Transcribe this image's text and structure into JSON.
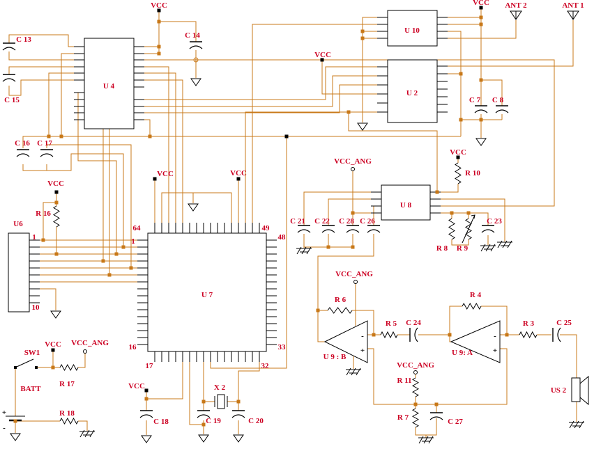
{
  "palette": {
    "wire": "#C87818",
    "label": "#CC0022",
    "outline": "#000000",
    "background": "#FFFFFF"
  },
  "labels": {
    "vcc": "VCC",
    "vcc_ang": "VCC_ANG",
    "ant1": "ANT 1",
    "ant2": "ANT 2",
    "c7": "C 7",
    "c8": "C 8",
    "c13": "C 13",
    "c14": "C 14",
    "c15": "C 15",
    "c16": "C 16",
    "c17": "C 17",
    "c18": "C 18",
    "c19": "C 19",
    "c20": "C 20",
    "c21": "C 21",
    "c22": "C 22",
    "c23": "C 23",
    "c24": "C 24",
    "c25": "C 25",
    "c26": "C 26",
    "c27": "C 27",
    "c28": "C 28",
    "r3": "R 3",
    "r4": "R 4",
    "r5": "R 5",
    "r6": "R 6",
    "r7": "R 7",
    "r8": "R 8",
    "r9": "R 9",
    "r10": "R 10",
    "r11": "R 11",
    "r16": "R 16",
    "r17": "R 17",
    "r18": "R 18",
    "u2": "U 2",
    "u4": "U 4",
    "u6": "U6",
    "u7": "U 7",
    "u8": "U 8",
    "u10": "U 10",
    "u9a": "U 9: A",
    "u9b": "U 9 : B",
    "us2": "US 2",
    "sw1": "SW1",
    "batt": "BATT",
    "x2": "X 2",
    "plus": "+",
    "minus": "-",
    "u7_pins": {
      "p64": "64",
      "p49": "49",
      "p1": "1",
      "p48": "48",
      "p16": "16",
      "p17": "17",
      "p33": "33",
      "p32": "32"
    },
    "u6_pins": {
      "p1": "1",
      "p10": "10"
    }
  }
}
